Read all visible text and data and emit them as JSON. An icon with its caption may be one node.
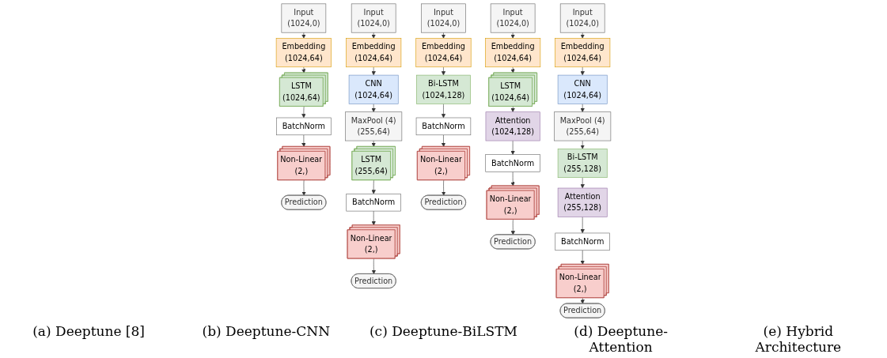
{
  "diagram": {
    "nodes": [
      {
        "text": [
          "Input",
          "(1024,0)"
        ]
      },
      {
        "text": [
          "Embedding",
          "(1024,64)"
        ]
      },
      {
        "text": [
          "LSTM",
          "(1024,64)"
        ]
      },
      {
        "text": [
          "BatchNorm"
        ]
      },
      {
        "text": [
          "Non-Linear",
          "(2,)"
        ]
      },
      {
        "text": [
          "Prediction"
        ]
      },
      {
        "text": [
          "Input",
          "(1024,0)"
        ]
      },
      {
        "text": [
          "Embedding",
          "(1024,64)"
        ]
      },
      {
        "text": [
          "CNN",
          "(1024,64)"
        ]
      },
      {
        "text": [
          "MaxPool (4)",
          "(255,64)"
        ]
      },
      {
        "text": [
          "LSTM",
          "(255,64)"
        ]
      },
      {
        "text": [
          "BatchNorm"
        ]
      },
      {
        "text": [
          "Non-Linear",
          "(2,)"
        ]
      },
      {
        "text": [
          "Prediction"
        ]
      },
      {
        "text": [
          "Input",
          "(1024,0)"
        ]
      },
      {
        "text": [
          "Embedding",
          "(1024,64)"
        ]
      },
      {
        "text": [
          "Bi-LSTM",
          "(1024,128)"
        ]
      },
      {
        "text": [
          "BatchNorm"
        ]
      },
      {
        "text": [
          "Non-Linear",
          "(2,)"
        ]
      },
      {
        "text": [
          "Prediction"
        ]
      },
      {
        "text": [
          "Input",
          "(1024,0)"
        ]
      },
      {
        "text": [
          "Embedding",
          "(1024,64)"
        ]
      },
      {
        "text": [
          "LSTM",
          "(1024,64)"
        ]
      },
      {
        "text": [
          "Attention",
          "(1024,128)"
        ]
      },
      {
        "text": [
          "BatchNorm"
        ]
      },
      {
        "text": [
          "Non-Linear",
          "(2,)"
        ]
      },
      {
        "text": [
          "Prediction"
        ]
      },
      {
        "text": [
          "Input",
          "(1024,0)"
        ]
      },
      {
        "text": [
          "Embedding",
          "(1024,64)"
        ]
      },
      {
        "text": [
          "CNN",
          "(1024,64)"
        ]
      },
      {
        "text": [
          "MaxPool (4)",
          "(255,64)"
        ]
      },
      {
        "text": [
          "Bi-LSTM",
          "(255,128)"
        ]
      },
      {
        "text": [
          "Attention",
          "(255,128)"
        ]
      },
      {
        "text": [
          "BatchNorm"
        ]
      },
      {
        "text": [
          "Non-Linear",
          "(2,)"
        ]
      },
      {
        "text": [
          "Prediction"
        ]
      }
    ],
    "edges": [
      {
        "from": 0,
        "to": 1,
        "arrow": "to"
      },
      {
        "from": 1,
        "to": 2,
        "arrow": "to"
      },
      {
        "from": 2,
        "to": 3,
        "arrow": "to"
      },
      {
        "from": 3,
        "to": 4,
        "arrow": "to"
      },
      {
        "from": 4,
        "to": 5,
        "arrow": "to"
      },
      {
        "from": 6,
        "to": 7,
        "arrow": "to"
      },
      {
        "from": 7,
        "to": 8,
        "arrow": "to"
      },
      {
        "from": 8,
        "to": 9,
        "arrow": "to"
      },
      {
        "from": 9,
        "to": 10,
        "arrow": "to"
      },
      {
        "from": 10,
        "to": 11,
        "arrow": "to"
      },
      {
        "from": 11,
        "to": 12,
        "arrow": "to"
      },
      {
        "from": 12,
        "to": 13,
        "arrow": "to"
      },
      {
        "from": 14,
        "to": 15,
        "arrow": "to"
      },
      {
        "from": 15,
        "to": 16,
        "arrow": "to"
      },
      {
        "from": 16,
        "to": 17,
        "arrow": "to"
      },
      {
        "from": 17,
        "to": 18,
        "arrow": "to"
      },
      {
        "from": 18,
        "to": 19,
        "arrow": "to"
      },
      {
        "from": 20,
        "to": 21,
        "arrow": "to"
      },
      {
        "from": 21,
        "to": 22,
        "arrow": "to"
      },
      {
        "from": 22,
        "to": 23,
        "arrow": "to"
      },
      {
        "from": 23,
        "to": 24,
        "arrow": "to"
      },
      {
        "from": 24,
        "to": 25,
        "arrow": "to"
      },
      {
        "from": 25,
        "to": 26,
        "arrow": "to"
      },
      {
        "from": 27,
        "to": 28,
        "arrow": "to"
      },
      {
        "from": 28,
        "to": 29,
        "arrow": "to"
      },
      {
        "from": 29,
        "to": 30,
        "arrow": "to"
      },
      {
        "from": 30,
        "to": 31,
        "arrow": "to"
      },
      {
        "from": 31,
        "to": 32,
        "arrow": "to"
      },
      {
        "from": 32,
        "to": 33,
        "arrow": "to"
      },
      {
        "from": 33,
        "to": 34,
        "arrow": "to"
      },
      {
        "from": 34,
        "to": 35,
        "arrow": "to"
      }
    ],
    "labels": [
      "(a) Deeptune [8]",
      "(b) Deeptune-CNN",
      "(c) Deeptune-BiLSTM",
      "(d) Deeptune-Attention",
      "(e) Hybrid Architecture"
    ]
  }
}
